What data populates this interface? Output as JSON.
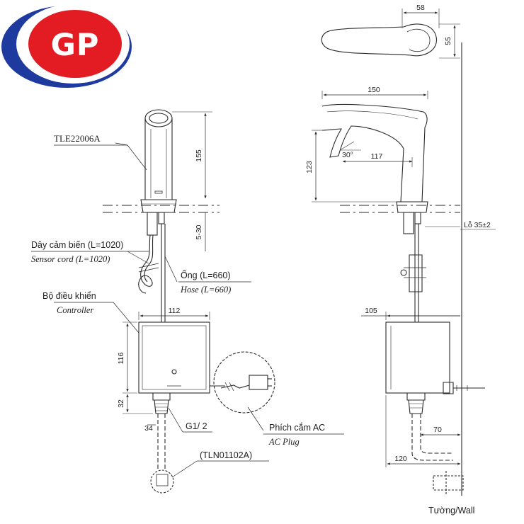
{
  "logo": {
    "text": "GP",
    "colors": {
      "ring": "#1e3a9e",
      "fill": "#e31b23",
      "text": "#ffffff"
    }
  },
  "labels": {
    "model": "TLE22006A",
    "sensor_cord_vi": "Dây cảm biến (L=1020)",
    "sensor_cord_en": "Sensor cord (L=1020)",
    "hose_vi": "Ống (L=660)",
    "hose_en": "Hose (L=660)",
    "controller_vi": "Bộ điều khiển",
    "controller_en": "Controller",
    "thread": "G1/ 2",
    "ac_plug_vi": "Phích cắm AC",
    "ac_plug_en": "AC Plug",
    "trap": "(TLN01102A)",
    "hole": "Lỗ 35±2",
    "wall": "Tường/Wall",
    "angle": "30°"
  },
  "dimensions": {
    "top_width": "58",
    "top_height": "55",
    "spout_length": "150",
    "spout_height": "123",
    "outlet_reach": "117",
    "front_height": "155",
    "deck_thickness": "5-30",
    "controller_width_front": "112",
    "controller_height": "116",
    "bottom_height": "32",
    "bottom_offset": "34",
    "controller_width_side": "105",
    "outlet_offset": "70",
    "wall_distance": "120"
  },
  "colors": {
    "line": "#2a2a2a",
    "background": "#ffffff"
  }
}
